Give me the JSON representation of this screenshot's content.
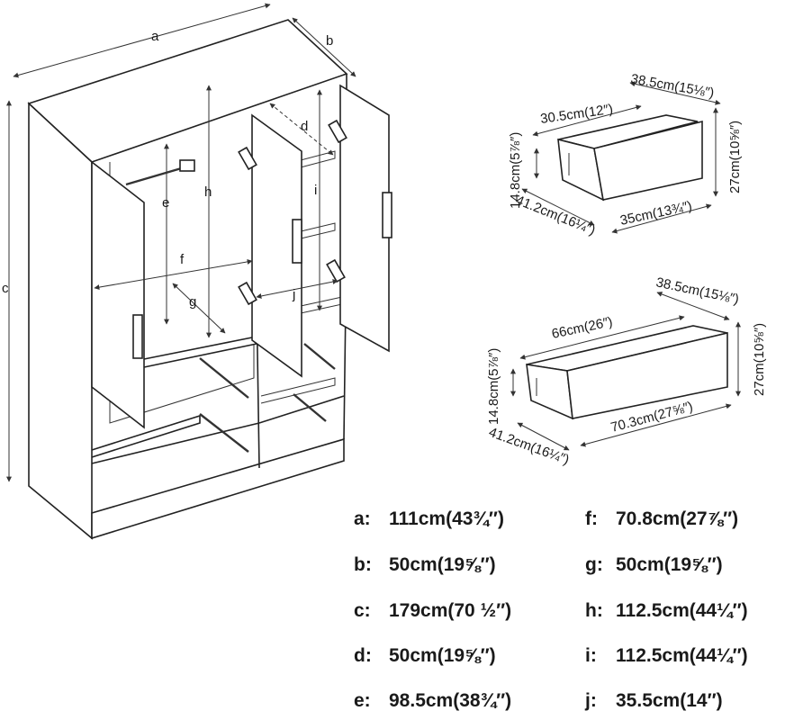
{
  "wardrobe_labels": {
    "a": "a",
    "b": "b",
    "c": "c",
    "d": "d",
    "e": "e",
    "f": "f",
    "g": "g",
    "h": "h",
    "i": "i",
    "j": "j"
  },
  "small_drawer": {
    "width": "30.5cm(12″)",
    "depth": "38.5cm(15⅛″)",
    "height": "14.8cm(5⅞″)",
    "outer_height": "27cm(10⅝″)",
    "outer_width": "35cm(13¾″)",
    "outer_depth": "41.2cm(16¼″)"
  },
  "large_drawer": {
    "width": "66cm(26″)",
    "depth": "38.5cm(15⅛″)",
    "height": "14.8cm(5⅞″)",
    "outer_height": "27cm(10⅝″)",
    "outer_width": "70.3cm(27⅝″)",
    "outer_depth": "41.2cm(16¼″)"
  },
  "dimensions_left": [
    {
      "key": "a:",
      "value": "111cm(43¾″)"
    },
    {
      "key": "b:",
      "value": "50cm(19⅝″)"
    },
    {
      "key": "c:",
      "value": "179cm(70 ½″)"
    },
    {
      "key": "d:",
      "value": "50cm(19⅝″)"
    },
    {
      "key": "e:",
      "value": "98.5cm(38¾″)"
    }
  ],
  "dimensions_right": [
    {
      "key": "f:",
      "value": "70.8cm(27⅞″)"
    },
    {
      "key": "g:",
      "value": "50cm(19⅝″)"
    },
    {
      "key": "h:",
      "value": "112.5cm(44¼″)"
    },
    {
      "key": "i:",
      "value": "112.5cm(44¼″)"
    },
    {
      "key": "j:",
      "value": "35.5cm(14″)"
    }
  ]
}
